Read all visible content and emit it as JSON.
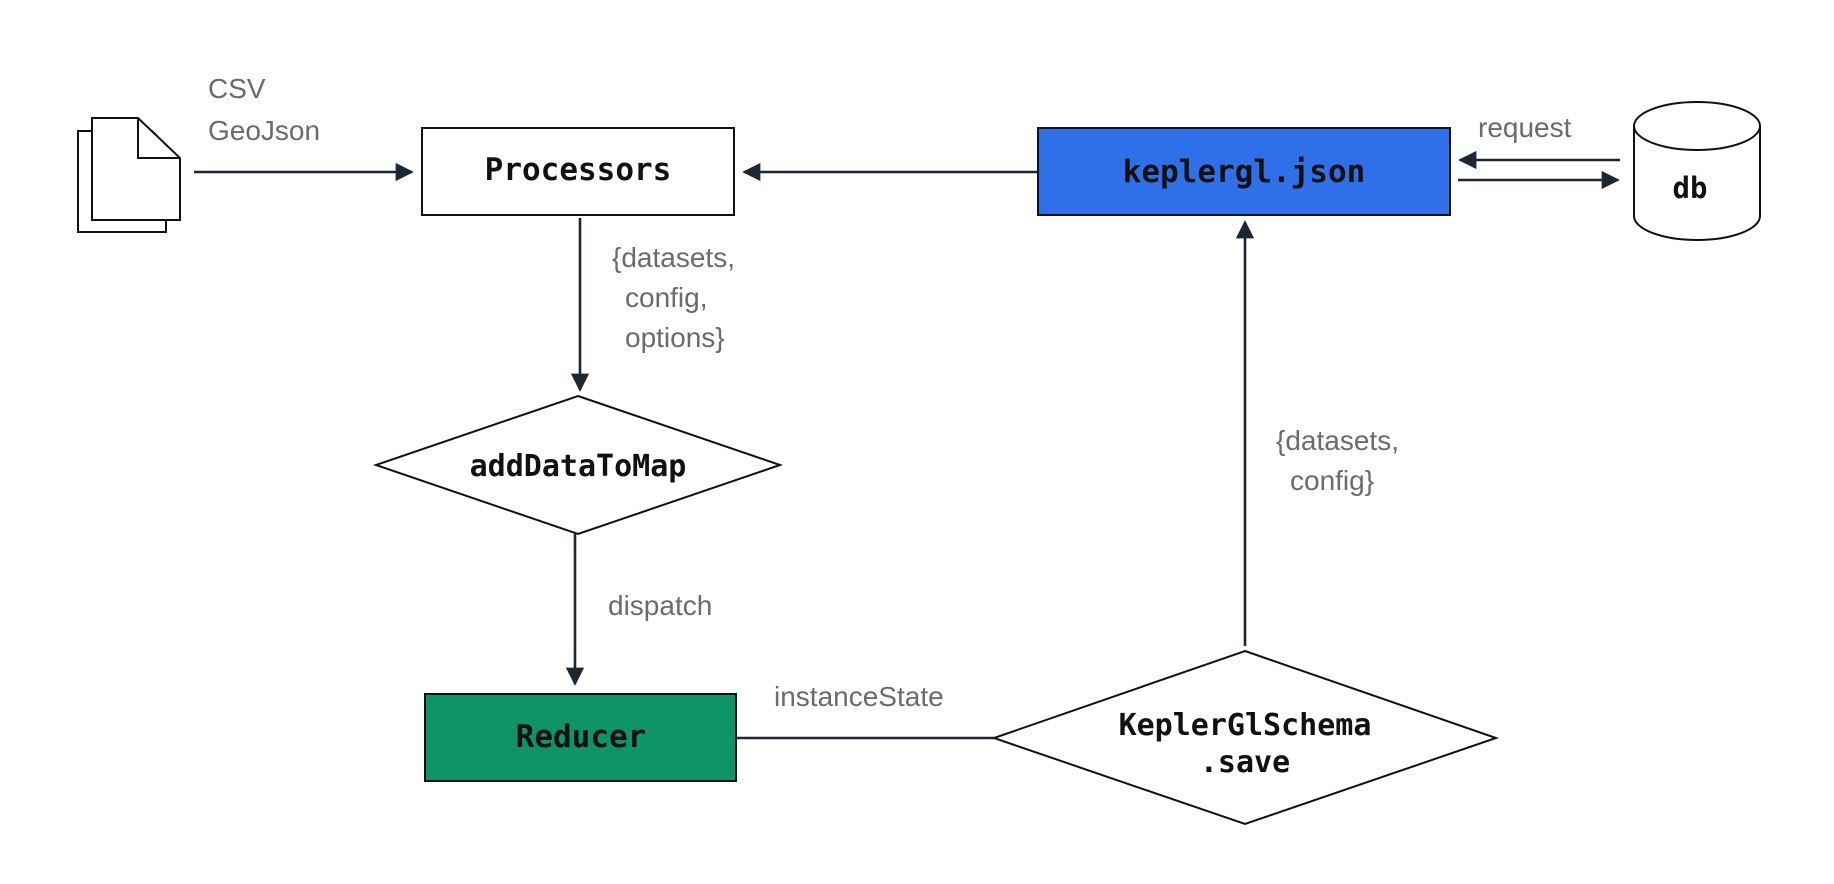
{
  "nodes": {
    "processors": "Processors",
    "keplergl_json": "keplergl.json",
    "db": "db",
    "add_data_to_map": "addDataToMap",
    "reducer": "Reducer",
    "schema_save_line1": "KeplerGlSchema",
    "schema_save_line2": ".save"
  },
  "labels": {
    "input_formats": [
      "CSV",
      "GeoJson"
    ],
    "request": "request",
    "processor_output": [
      "{datasets,",
      "config,",
      "options}"
    ],
    "save_output": [
      "{datasets,",
      "config}"
    ],
    "dispatch": "dispatch",
    "instance_state": "instanceState"
  },
  "colors": {
    "keplergl_json_fill": "#2f6fe8",
    "reducer_fill": "#0f9467",
    "edge": "#1b2733",
    "label_text": "#6b6b6b"
  },
  "icons": {
    "input_files": "documents-icon",
    "database": "database-cylinder-icon"
  }
}
